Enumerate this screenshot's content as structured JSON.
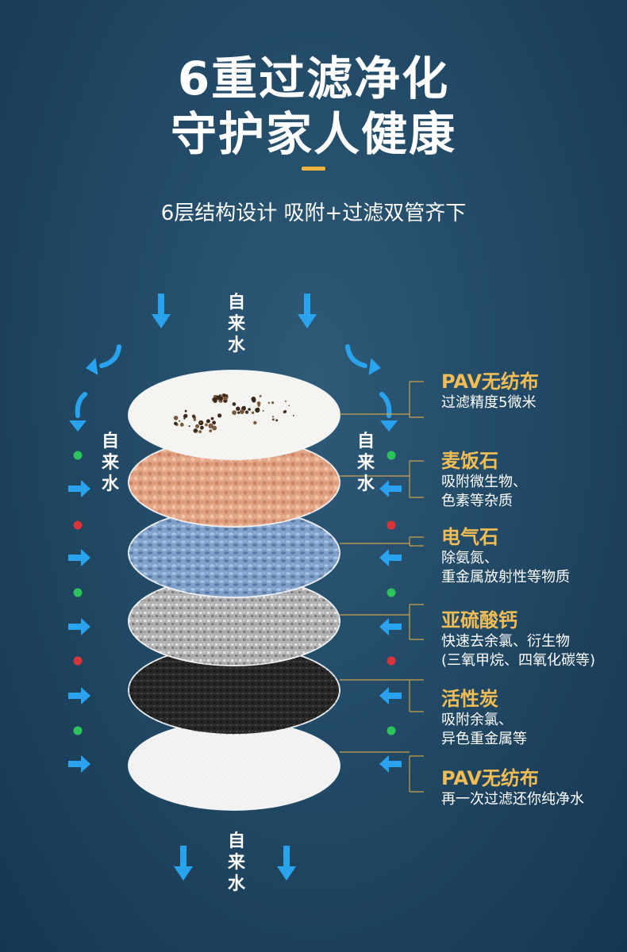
{
  "header": {
    "title_line1": "6重过滤净化",
    "title_line2": "守护家人健康",
    "subtitle": "6层结构设计 吸附+过滤双管齐下"
  },
  "flow_label": [
    "自",
    "来",
    "水"
  ],
  "layers": [
    {
      "name": "PAV无纺布",
      "desc": [
        "过滤精度5微米"
      ]
    },
    {
      "name": "麦饭石",
      "desc": [
        "吸附微生物、",
        "色素等杂质"
      ]
    },
    {
      "name": "电气石",
      "desc": [
        "除氨氮、",
        "重金属放射性等物质"
      ]
    },
    {
      "name": "亚硫酸钙",
      "desc": [
        "快速去余氯、衍生物",
        "(三氧甲烷、四氧化碳等)"
      ]
    },
    {
      "name": "活性炭",
      "desc": [
        "吸附余氯、",
        "异色重金属等"
      ]
    },
    {
      "name": "PAV无纺布",
      "desc": [
        "再一次过滤还你纯净水"
      ]
    }
  ],
  "colors": {
    "accent": "#f0b540",
    "arrow": "#2aa3ee",
    "dot_green": "#2cc35c",
    "dot_red": "#d8353a",
    "layer_fills": [
      "#f6f5f2",
      "#e2a484",
      "#7f9fc8",
      "#b2b2b4",
      "#262626",
      "#f3f3f3"
    ]
  }
}
